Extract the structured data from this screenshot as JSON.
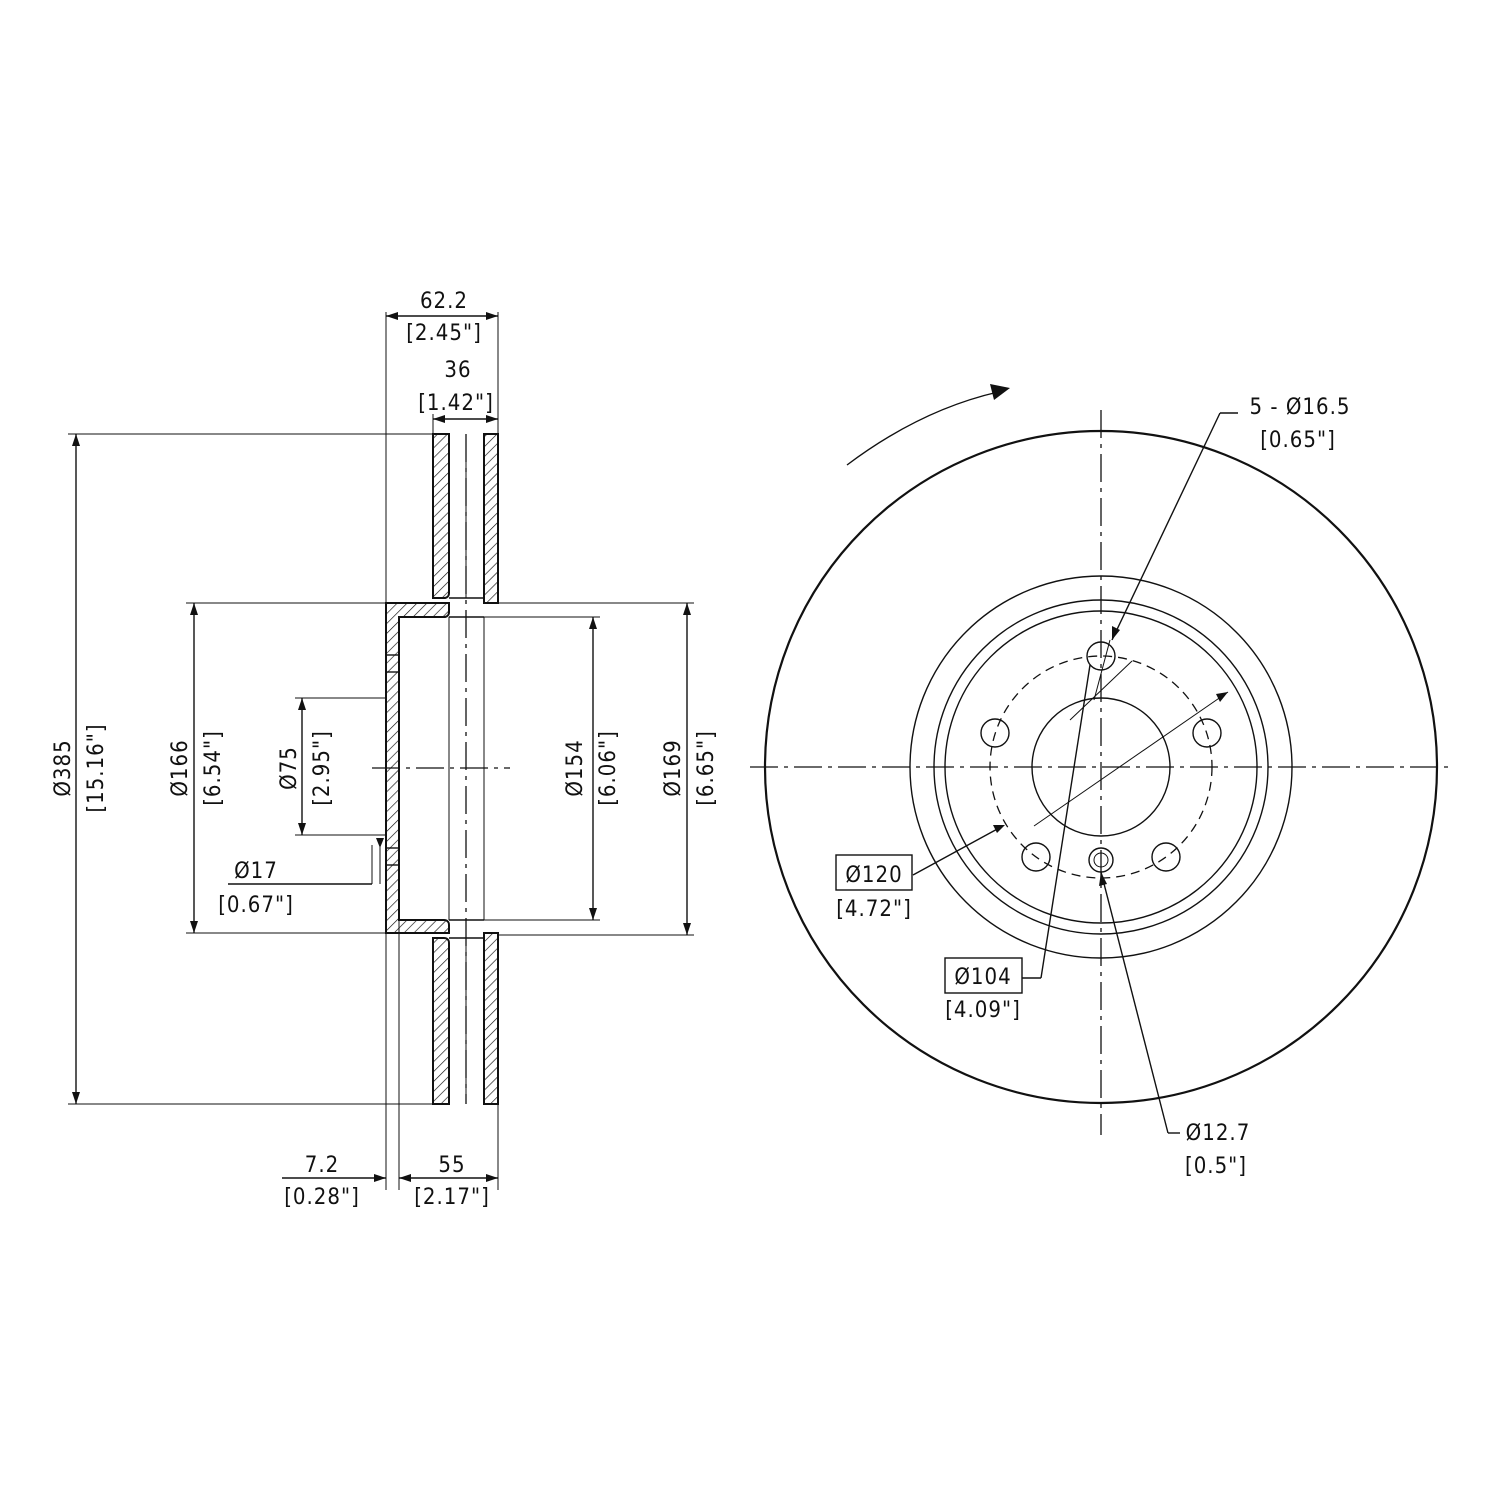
{
  "side_view": {
    "overall_width": {
      "mm": "62.2",
      "in": "[2.45\"]"
    },
    "rotor_width": {
      "mm": "36",
      "in": "[1.42\"]"
    },
    "outer_diameter": {
      "mm": "Ø385",
      "in": "[15.16\"]"
    },
    "hat_diameter": {
      "mm": "Ø166",
      "in": "[6.54\"]"
    },
    "center_bore": {
      "mm": "Ø75",
      "in": "[2.95\"]"
    },
    "hat_inner_diameter": {
      "mm": "Ø154",
      "in": "[6.06\"]"
    },
    "hat_outer_diameter": {
      "mm": "Ø169",
      "in": "[6.65\"]"
    },
    "pin_hole": {
      "mm": "Ø17",
      "in": "[0.67\"]"
    },
    "hat_thickness": {
      "mm": "7.2",
      "in": "[0.28\"]"
    },
    "hat_height": {
      "mm": "55",
      "in": "[2.17\"]"
    }
  },
  "front_view": {
    "lug_holes": {
      "mm": "5 - Ø16.5",
      "in": "[0.65\"]"
    },
    "bolt_circle": {
      "mm": "Ø120",
      "in": "[4.72\"]"
    },
    "center_diameter": {
      "mm": "Ø104",
      "in": "[4.09\"]"
    },
    "locator_hole": {
      "mm": "Ø12.7",
      "in": "[0.5\"]"
    }
  }
}
